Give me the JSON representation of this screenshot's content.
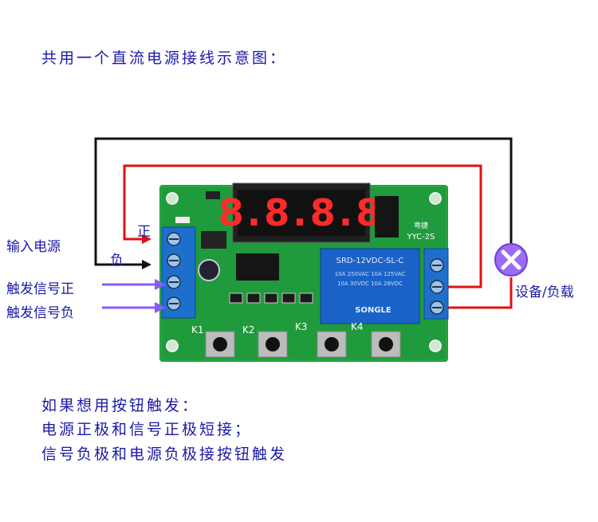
{
  "title": "共用一个直流电源接线示意图：",
  "labels": {
    "input_power": "输入电源",
    "positive": "正",
    "negative": "负",
    "trigger_positive": "触发信号正",
    "trigger_negative": "触发信号负",
    "device_load": "设备/负载"
  },
  "board": {
    "display": "8.8.8.8",
    "model": "YYC-2S",
    "brand": "粤捷",
    "relay_model": "SRD-12VDC-SL-C",
    "relay_ratings": [
      "10A 250VAC 10A 125VAC",
      "10A 30VDC 10A 28VDC"
    ],
    "relay_brand": "SONGLE",
    "buttons": [
      "K1",
      "K2",
      "K3",
      "K4"
    ]
  },
  "notes": [
    "如果想用按钮触发：",
    "电源正极和信号正极短接；",
    "信号负极和电源负极接按钮触发"
  ],
  "colors": {
    "text": "#1a1aa8",
    "wire_black": "#111111",
    "wire_red": "#e01010",
    "arrow_purple": "#8a5cf0",
    "pcb": "#1f9a3c",
    "terminal": "#1e6fcc",
    "relay": "#1a62c8",
    "display_red": "#ff2a2a"
  }
}
